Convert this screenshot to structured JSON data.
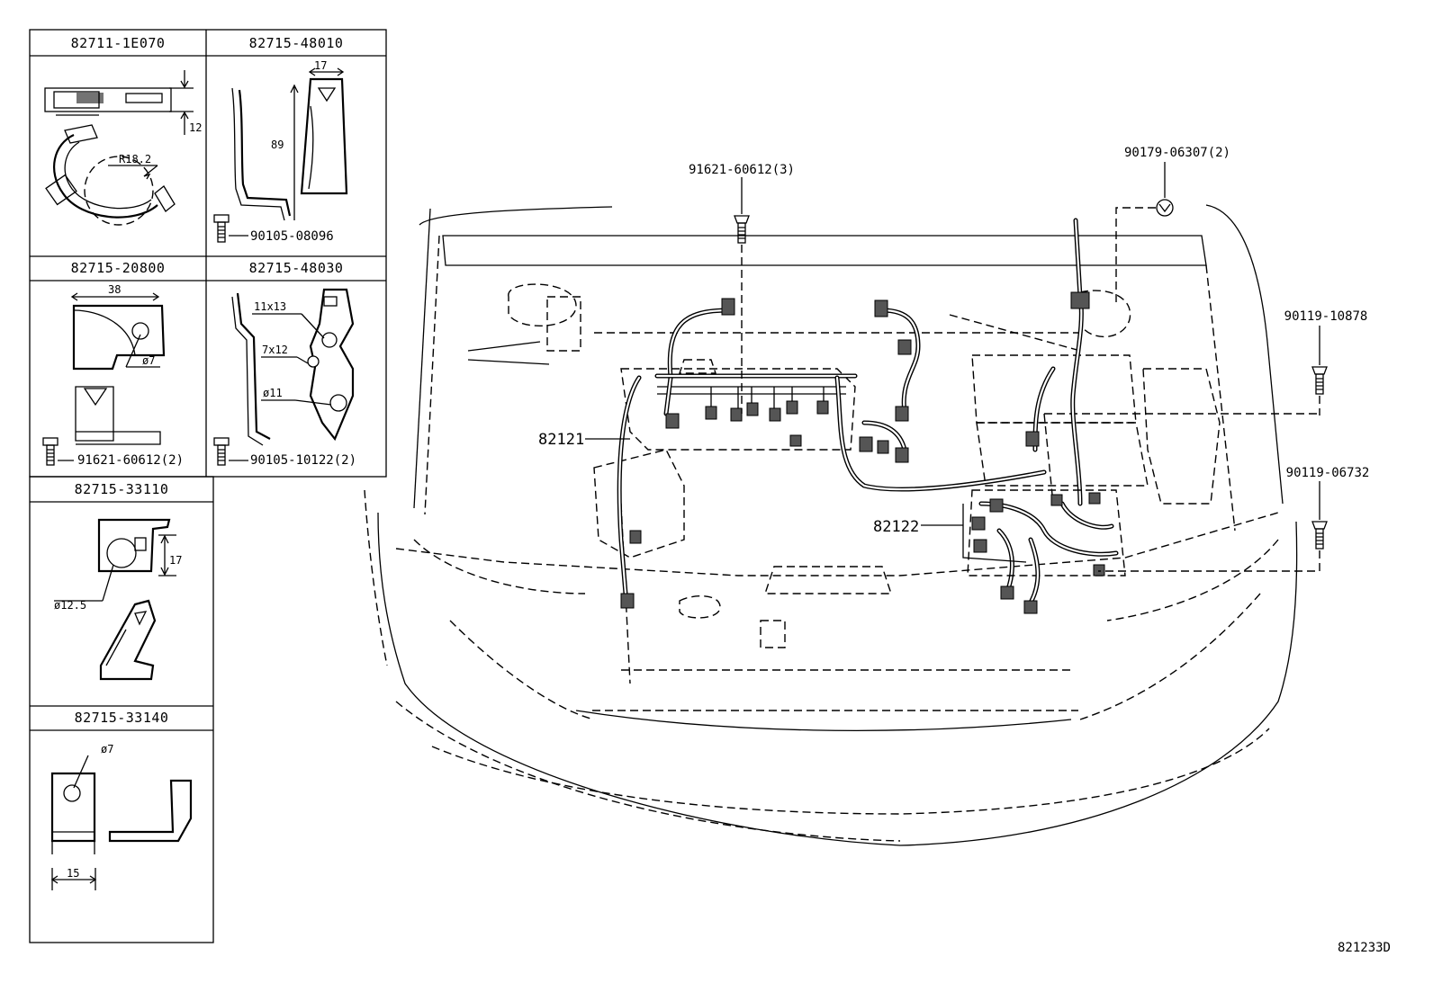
{
  "parts_table": [
    {
      "part_no": "82711-1E070",
      "dims": [
        "12",
        "R18.2"
      ]
    },
    {
      "part_no": "82715-48010",
      "dims": [
        "17",
        "89"
      ],
      "fastener": "90105-08096"
    },
    {
      "part_no": "82715-20800",
      "dims": [
        "38",
        "ø7"
      ],
      "fastener": "91621-60612(2)"
    },
    {
      "part_no": "82715-48030",
      "dims": [
        "11x13",
        "7x12",
        "ø11"
      ],
      "fastener": "90105-10122(2)"
    },
    {
      "part_no": "82715-33110",
      "dims": [
        "17",
        "ø12.5"
      ]
    },
    {
      "part_no": "82715-33140",
      "dims": [
        "ø7",
        "15"
      ]
    }
  ],
  "callouts": {
    "bolt_top": "91621-60612(3)",
    "clip_top_right": "90179-06307(2)",
    "bolt_right_upper": "90119-10878",
    "bolt_right_lower": "90119-06732",
    "harness_engine": "82121",
    "harness_battery": "82122"
  },
  "figure_code": "821233D"
}
